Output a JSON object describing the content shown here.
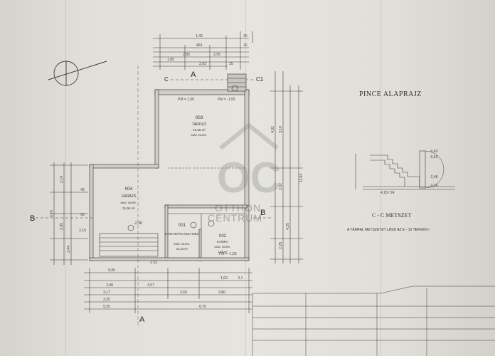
{
  "sheet": {
    "title": "PINCE ALAPRAJZ",
    "section_title": "C - C METSZET",
    "section_note": "A TÁMFAL METSZETET LÁSD AZ E - 10 TERVEN !"
  },
  "rooms": [
    {
      "id": "003",
      "name": "TÁROLÓ",
      "area": "15,36 m²",
      "floor": "MÁZ. BURK."
    },
    {
      "id": "004",
      "name": "GARÁZS",
      "area": "31,56 m²",
      "floor": "MÁZ. BURK."
    },
    {
      "id": "001",
      "name": "HÁZTARTÁSI HELYISÉG",
      "area": "14,10 m²",
      "floor": "MÁZ. BURK."
    },
    {
      "id": "002",
      "name": "KAMRA",
      "area": "1,58 m²",
      "floor": "MÁZ. BURK."
    }
  ],
  "section_markers": {
    "a": "A",
    "b": "B",
    "c": "C",
    "c1": "C1"
  },
  "dimensions": {
    "top": [
      "1,42",
      "464",
      "2,85",
      "2,95",
      "1,85",
      "2,93",
      "25",
      "30",
      "16"
    ],
    "bottom": [
      "2,98",
      "3,57",
      "3,17",
      "3,25",
      "5,55",
      "6,76",
      "9,95",
      "2,60",
      "3,80",
      "1,00",
      "2,1"
    ],
    "left": [
      "2,14",
      "2,85",
      "2,44",
      "6,76",
      "40",
      "90",
      "2,16"
    ],
    "right": [
      "4,92",
      "3,10",
      "2,62",
      "11,94",
      "2,28",
      "4,25"
    ]
  },
  "levels": [
    "PM = 1,50",
    "PM = -1,55",
    "PM = -1,55",
    "-2,38",
    "-2,51"
  ],
  "section_levels": [
    "-0,43",
    "-0,53",
    "-2,48",
    "-3,14",
    "4,18 / 24"
  ],
  "watermark": {
    "logo": "OC",
    "line1": "OTTHON",
    "line2": "CENTRUM"
  },
  "colors": {
    "paper": "#e3e1db",
    "ink": "#3d3d3d",
    "watermark": "#808080"
  }
}
